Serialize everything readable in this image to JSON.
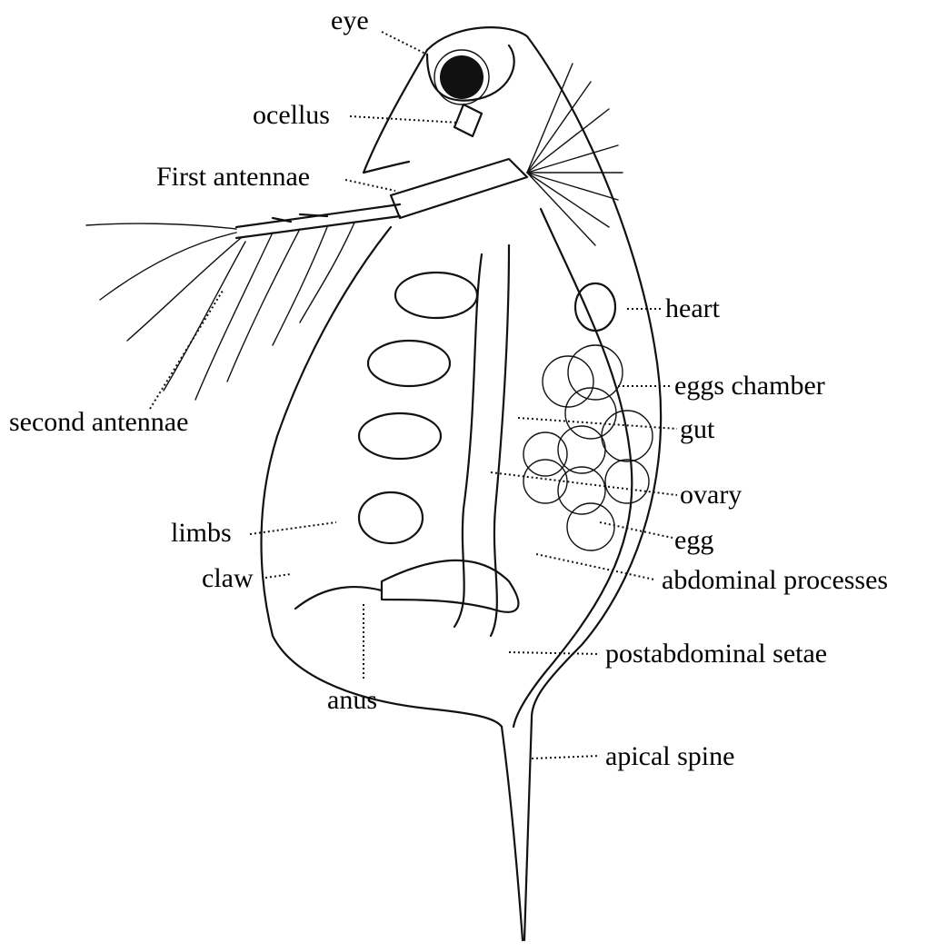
{
  "diagram": {
    "labels": {
      "eye": "eye",
      "ocellus": "ocellus",
      "first_antennae": "First antennae",
      "second_antennae": "second antennae",
      "heart": "heart",
      "eggs_chamber": "eggs chamber",
      "gut": "gut",
      "ovary": "ovary",
      "egg": "egg",
      "limbs": "limbs",
      "claw": "claw",
      "abdominal_processes": "abdominal processes",
      "postabdominal_setae": "postabdominal setae",
      "anus": "anus",
      "apical_spine": "apical spine"
    }
  }
}
